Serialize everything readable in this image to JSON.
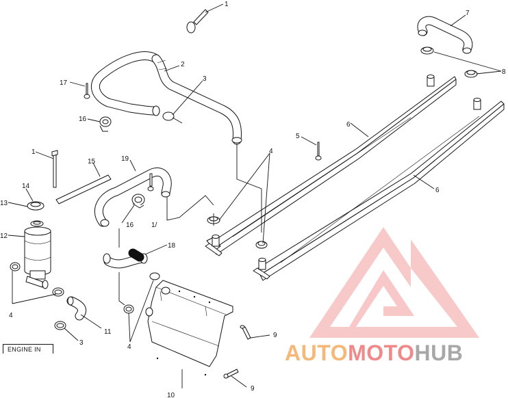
{
  "callouts": [
    {
      "id": "c1a",
      "text": "1"
    },
    {
      "id": "c2",
      "text": "2"
    },
    {
      "id": "c3a",
      "text": "3"
    },
    {
      "id": "c17a",
      "text": "17"
    },
    {
      "id": "c16a",
      "text": "16"
    },
    {
      "id": "c7",
      "text": "7"
    },
    {
      "id": "c8",
      "text": "8"
    },
    {
      "id": "c6a",
      "text": "6"
    },
    {
      "id": "c5",
      "text": "5"
    },
    {
      "id": "c4a",
      "text": "4"
    },
    {
      "id": "c6b",
      "text": "6"
    },
    {
      "id": "c1b",
      "text": "1"
    },
    {
      "id": "c15",
      "text": "15"
    },
    {
      "id": "c19",
      "text": "19"
    },
    {
      "id": "c14",
      "text": "14"
    },
    {
      "id": "c13",
      "text": "13"
    },
    {
      "id": "c16b",
      "text": "16"
    },
    {
      "id": "c17b",
      "text": "1/"
    },
    {
      "id": "c12",
      "text": "12"
    },
    {
      "id": "c18",
      "text": "18"
    },
    {
      "id": "c4b",
      "text": "4"
    },
    {
      "id": "c11",
      "text": "11"
    },
    {
      "id": "c3b",
      "text": "3"
    },
    {
      "id": "c4c",
      "text": "4"
    },
    {
      "id": "c9a",
      "text": "9"
    },
    {
      "id": "c10",
      "text": "10"
    },
    {
      "id": "c9b",
      "text": "9"
    }
  ],
  "engine_label": "ENGINE IN",
  "watermark": {
    "auto": "AUTO",
    "moto": "MOTO",
    "hub": "HUB",
    "color_red": "#f08a8a",
    "color_orange": "#f5b878",
    "color_gray": "#a8a8a8"
  }
}
